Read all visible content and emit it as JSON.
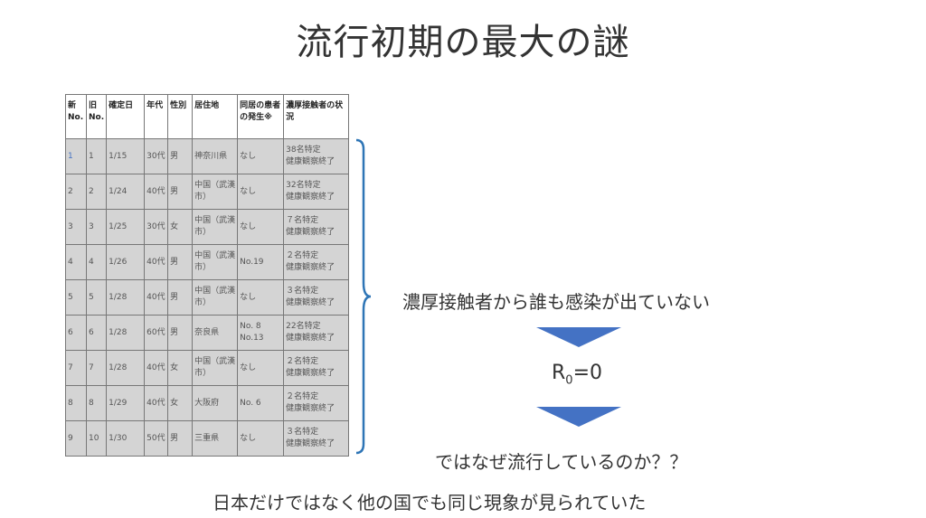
{
  "title": "流行初期の最大の謎",
  "table": {
    "headers": [
      "新No.",
      "旧No.",
      "確定日",
      "年代",
      "性別",
      "居住地",
      "同居の患者の発生※",
      "濃厚接触者の状況"
    ],
    "rows": [
      [
        "1",
        "1",
        "1/15",
        "30代",
        "男",
        "神奈川県",
        "なし",
        "38名特定",
        "健康観察終了"
      ],
      [
        "2",
        "2",
        "1/24",
        "40代",
        "男",
        "中国（武漢市）",
        "なし",
        "32名特定",
        "健康観察終了"
      ],
      [
        "3",
        "3",
        "1/25",
        "30代",
        "女",
        "中国（武漢市）",
        "なし",
        "７名特定",
        "健康観察終了"
      ],
      [
        "4",
        "4",
        "1/26",
        "40代",
        "男",
        "中国（武漢市）",
        "No.19",
        "２名特定",
        "健康観察終了"
      ],
      [
        "5",
        "5",
        "1/28",
        "40代",
        "男",
        "中国（武漢市）",
        "なし",
        "３名特定",
        "健康観察終了"
      ],
      [
        "6",
        "6",
        "1/28",
        "60代",
        "男",
        "奈良県",
        "No. 8 No.13",
        "22名特定",
        "健康観察終了"
      ],
      [
        "7",
        "7",
        "1/28",
        "40代",
        "女",
        "中国（武漢市）",
        "なし",
        "２名特定",
        "健康観察終了"
      ],
      [
        "8",
        "8",
        "1/29",
        "40代",
        "女",
        "大阪府",
        "No. 6",
        "２名特定",
        "健康観察終了"
      ],
      [
        "9",
        "10",
        "1/30",
        "50代",
        "男",
        "三重県",
        "なし",
        "３名特定",
        "健康観察終了"
      ]
    ]
  },
  "point1": "濃厚接触者から誰も感染が出ていない",
  "r0": {
    "r": "R",
    "sub": "0",
    "rest": "=0"
  },
  "question": "ではなぜ流行しているのか？？",
  "footer": "日本だけではなく他の国でも同じ現象が見られていた",
  "colors": {
    "arrow": "#4472c4",
    "brace": "#2e75b6"
  }
}
